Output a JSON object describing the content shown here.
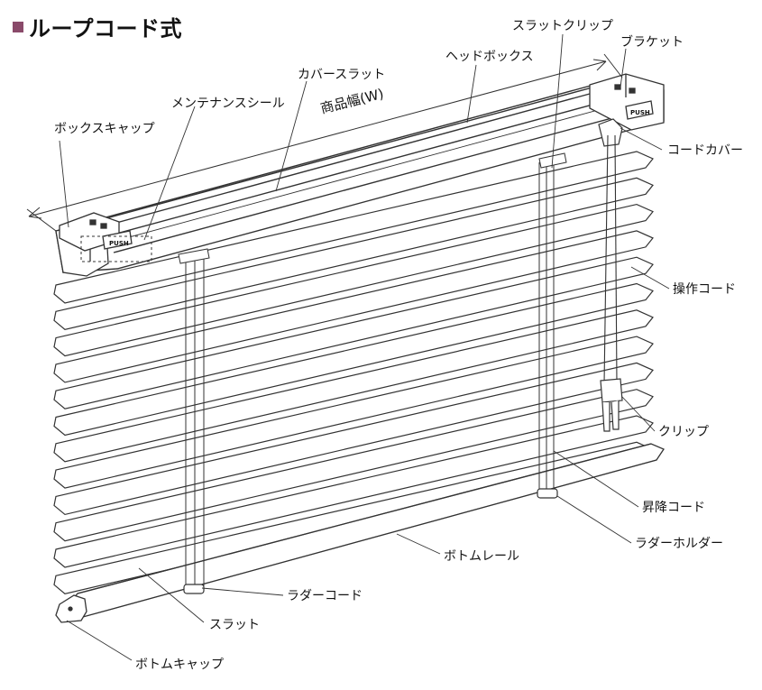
{
  "title": "ループコード式",
  "colors": {
    "title_mark": "#8a4a6a",
    "line": "#333333",
    "paper": "#ffffff"
  },
  "dimension_label": "商品幅(W)",
  "labels": {
    "slat_clip": "スラットクリップ",
    "bracket": "ブラケット",
    "head_box": "ヘッドボックス",
    "cover_slat": "カバースラット",
    "maintenance_seal": "メンテナンスシール",
    "box_cap": "ボックスキャップ",
    "cord_cover": "コードカバー",
    "operation_cord": "操作コード",
    "clip": "クリップ",
    "lift_cord": "昇降コード",
    "ladder_holder": "ラダーホルダー",
    "bottom_rail": "ボトムレール",
    "ladder_cord": "ラダーコード",
    "slat": "スラット",
    "bottom_cap": "ボトムキャップ"
  },
  "push_text": "PUSH"
}
